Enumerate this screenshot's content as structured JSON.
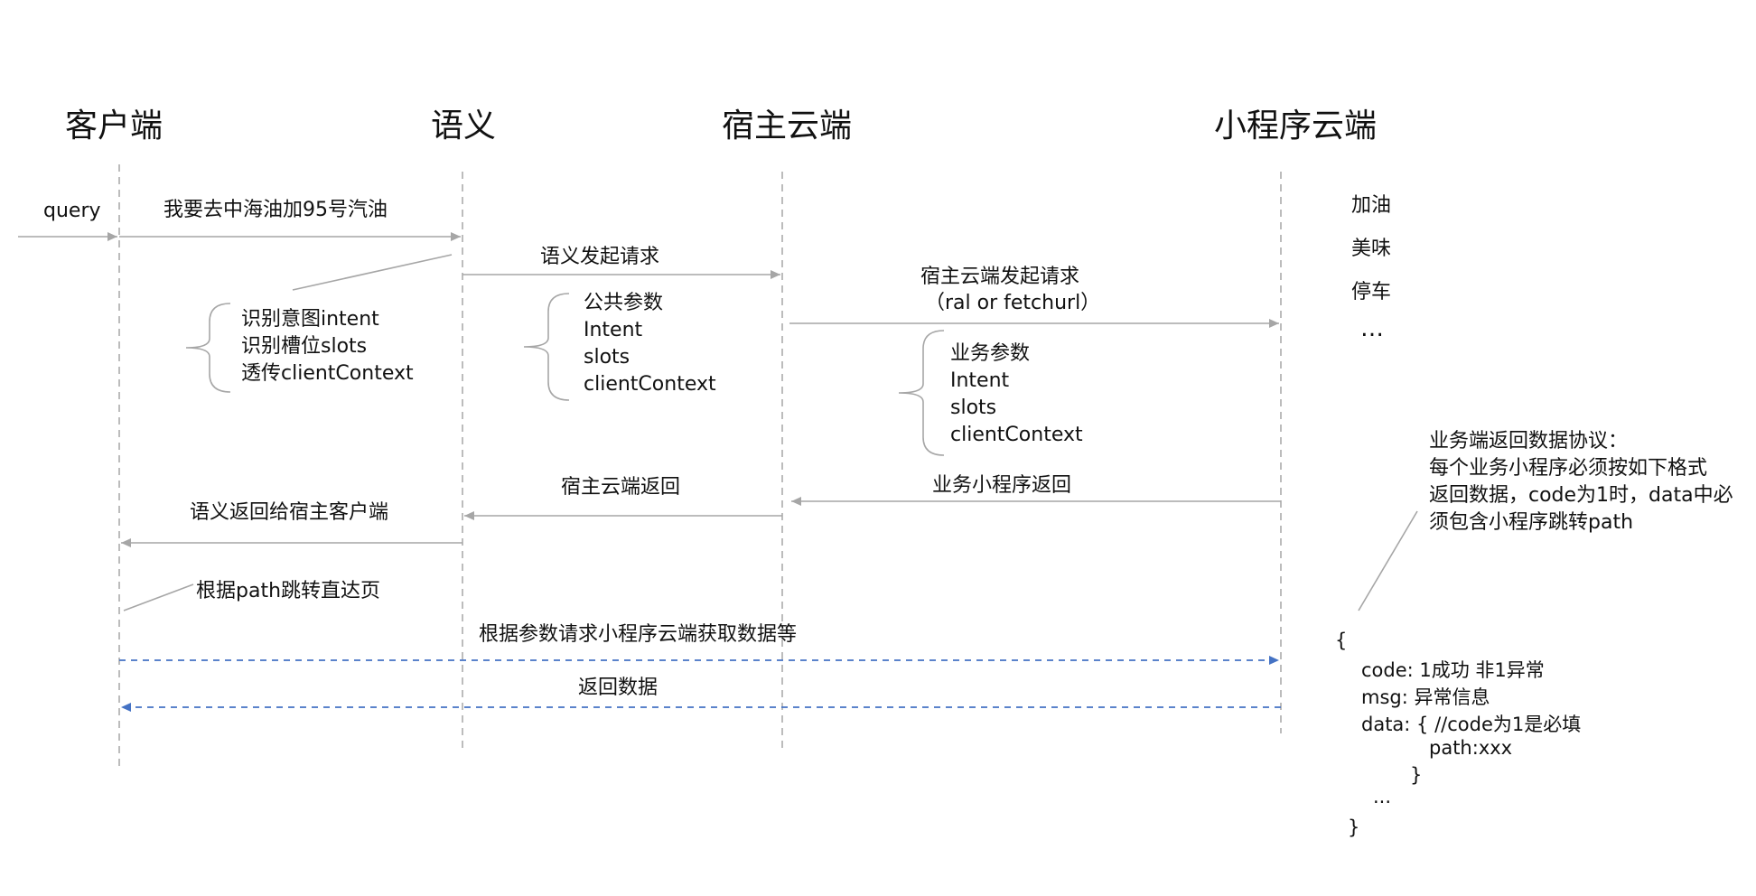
{
  "lanes": {
    "client": "客户端",
    "semantic": "语义",
    "host_cloud": "宿主云端",
    "mini_cloud": "小程序云端"
  },
  "messages": {
    "query": "query",
    "user_utterance": "我要去中海油加95号汽油",
    "semantic_request": "语义发起请求",
    "host_request_line1": "宿主云端发起请求",
    "host_request_line2": "（ral or fetchurl）",
    "business_return": "业务小程序返回",
    "host_return": "宿主云端返回",
    "semantic_return": "语义返回给宿主客户端",
    "jump": "根据path跳转直达页",
    "request_mini_cloud": "根据参数请求小程序云端获取数据等",
    "return_data": "返回数据"
  },
  "semantic_tasks": [
    "识别意图intent",
    "识别槽位slots",
    "透传clientContext"
  ],
  "public_params": [
    "公共参数",
    "Intent",
    "slots",
    "clientContext"
  ],
  "business_params": [
    "业务参数",
    "Intent",
    "slots",
    "clientContext"
  ],
  "mini_programs": [
    "加油",
    "美味",
    "停车",
    "…"
  ],
  "protocol_note": [
    "业务端返回数据协议：",
    "每个业务小程序必须按如下格式",
    "返回数据，code为1时，data中必",
    "须包含小程序跳转path"
  ],
  "protocol_code": {
    "open": "{",
    "code": "code: 1成功 非1异常",
    "msg": "msg: 异常信息",
    "data": "data: { //code为1是必填",
    "path": "path:xxx",
    "data_close": "}",
    "ellipsis": "...",
    "close": "}"
  },
  "colors": {
    "solid_arrow": "#a6a6a6",
    "dashed_arrow": "#4472c4",
    "lifeline": "#a6a6a6"
  }
}
